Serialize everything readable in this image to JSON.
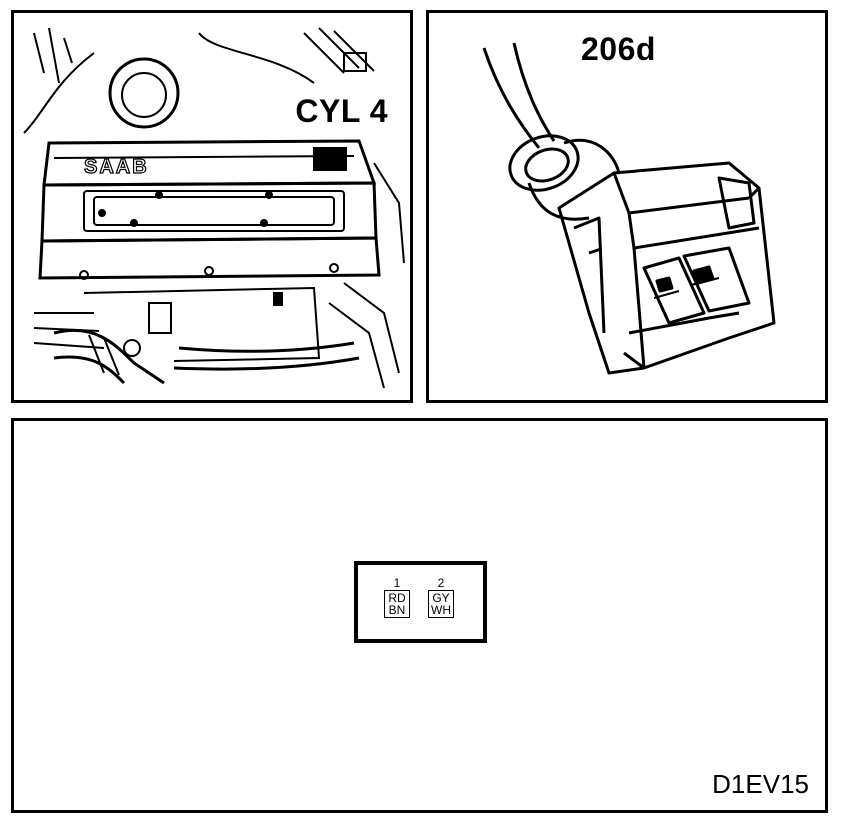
{
  "engine_panel": {
    "cylinder_label": "CYL 4",
    "logo_text": "SAAB"
  },
  "connector_panel": {
    "connector_id": "206d"
  },
  "pinout_panel": {
    "pins": [
      {
        "number": "1",
        "color_line1": "RD",
        "color_line2": "BN"
      },
      {
        "number": "2",
        "color_line1": "GY",
        "color_line2": "WH"
      }
    ],
    "diagram_code": "D1EV15"
  }
}
